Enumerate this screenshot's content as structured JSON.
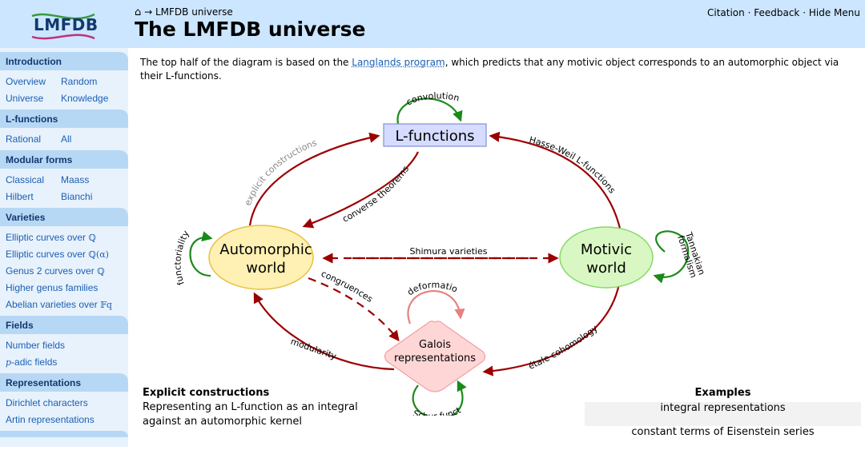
{
  "header": {
    "logo_text": "LMFDB",
    "breadcrumb_home": "⌂",
    "breadcrumb_sep": "→",
    "breadcrumb_current": "LMFDB universe",
    "title": "The LMFDB universe",
    "links": [
      "Citation",
      "Feedback",
      "Hide Menu"
    ],
    "link_sep": "·"
  },
  "sidebar": {
    "sections": [
      {
        "heading": "Introduction",
        "rows": [
          [
            "Overview",
            "Random"
          ],
          [
            "Universe",
            "Knowledge"
          ]
        ]
      },
      {
        "heading": "L-functions",
        "rows": [
          [
            "Rational",
            "All"
          ]
        ]
      },
      {
        "heading": "Modular forms",
        "rows": [
          [
            "Classical",
            "Maass"
          ],
          [
            "Hilbert",
            "Bianchi"
          ]
        ]
      },
      {
        "heading": "Varieties",
        "items": [
          {
            "text": "Elliptic curves over ",
            "sym": "ℚ"
          },
          {
            "text": "Elliptic curves over ",
            "sym": "ℚ(α)"
          },
          {
            "text": "Genus 2 curves over ",
            "sym": "ℚ"
          },
          {
            "text": "Higher genus families",
            "sym": ""
          },
          {
            "text": "Abelian varieties over ",
            "sym": "𝔽q"
          }
        ]
      },
      {
        "heading": "Fields",
        "items": [
          {
            "text": "Number fields",
            "sym": ""
          },
          {
            "text": "-adic fields",
            "sym": "p",
            "sym_first": true
          }
        ]
      },
      {
        "heading": "Representations",
        "items": [
          {
            "text": "Dirichlet characters",
            "sym": ""
          },
          {
            "text": "Artin representations",
            "sym": ""
          }
        ]
      }
    ]
  },
  "intro": {
    "before": "The top half of the diagram is based on the ",
    "link": "Langlands program",
    "after": ", which predicts that any motivic object corresponds to an automorphic object via their L-functions."
  },
  "diagram": {
    "nodes": {
      "lfunctions": "L-functions",
      "automorphic_1": "Automorphic",
      "automorphic_2": "world",
      "motivic_1": "Motivic",
      "motivic_2": "world",
      "galois_1": "Galois",
      "galois_2": "representations"
    },
    "edges": {
      "convolution": "convolution",
      "explicit_constructions": "explicit constructions",
      "converse_theorems": "converse theorems",
      "hasse_weil": "Hasse-Weil L-functions",
      "functoriality": "functoriality",
      "tannakian_1": "Tannakian",
      "tannakian_2": "formalism",
      "shimura": "Shimura varieties",
      "congruences": "congruences",
      "deformation": "deformation",
      "modularity": "modularity",
      "etale": "étale cohomology",
      "schur": "Schur functors"
    },
    "colors": {
      "dark_red": "#9b0000",
      "green": "#1a8a1a",
      "light_red": "#e88080",
      "gray_text": "#888888",
      "lfun_fill": "#d6dcff",
      "auto_fill": "#fff0b3",
      "motivic_fill": "#d9f7c2",
      "galois_fill": "#ffd6d6"
    }
  },
  "explicit": {
    "title": "Explicit constructions",
    "body_1": "Representing an L-function as an integral",
    "body_2": "against an automorphic kernel"
  },
  "examples": {
    "title": "Examples",
    "items": [
      "integral representations",
      "constant terms of Eisenstein series"
    ]
  }
}
